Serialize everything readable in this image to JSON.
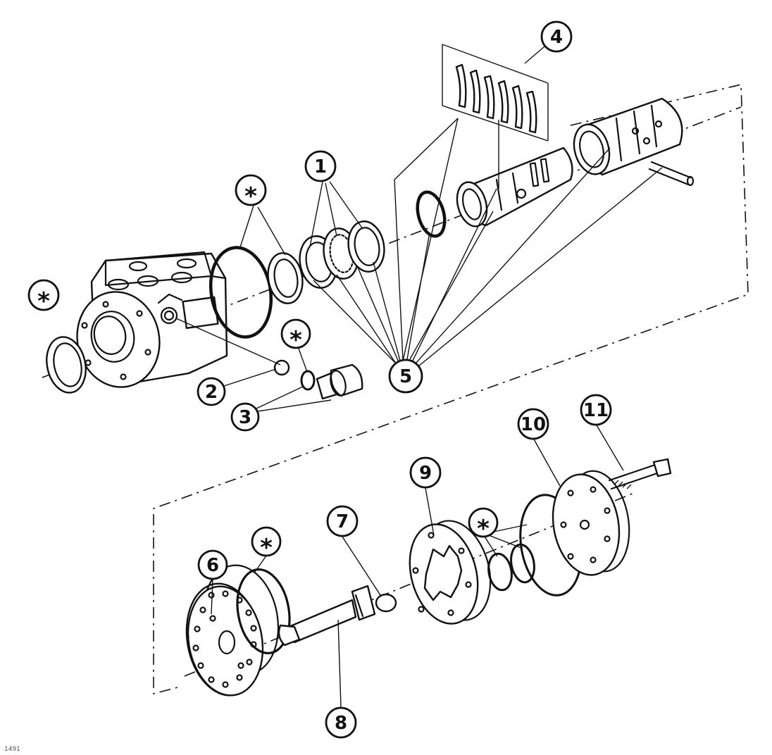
{
  "callouts": {
    "c1": "1",
    "c2": "2",
    "c3": "3",
    "c4": "4",
    "c5": "5",
    "c6": "6",
    "c7": "7",
    "c8": "8",
    "c9": "9",
    "c10": "10",
    "c11": "11",
    "star": "*"
  },
  "footer_code": "1491"
}
